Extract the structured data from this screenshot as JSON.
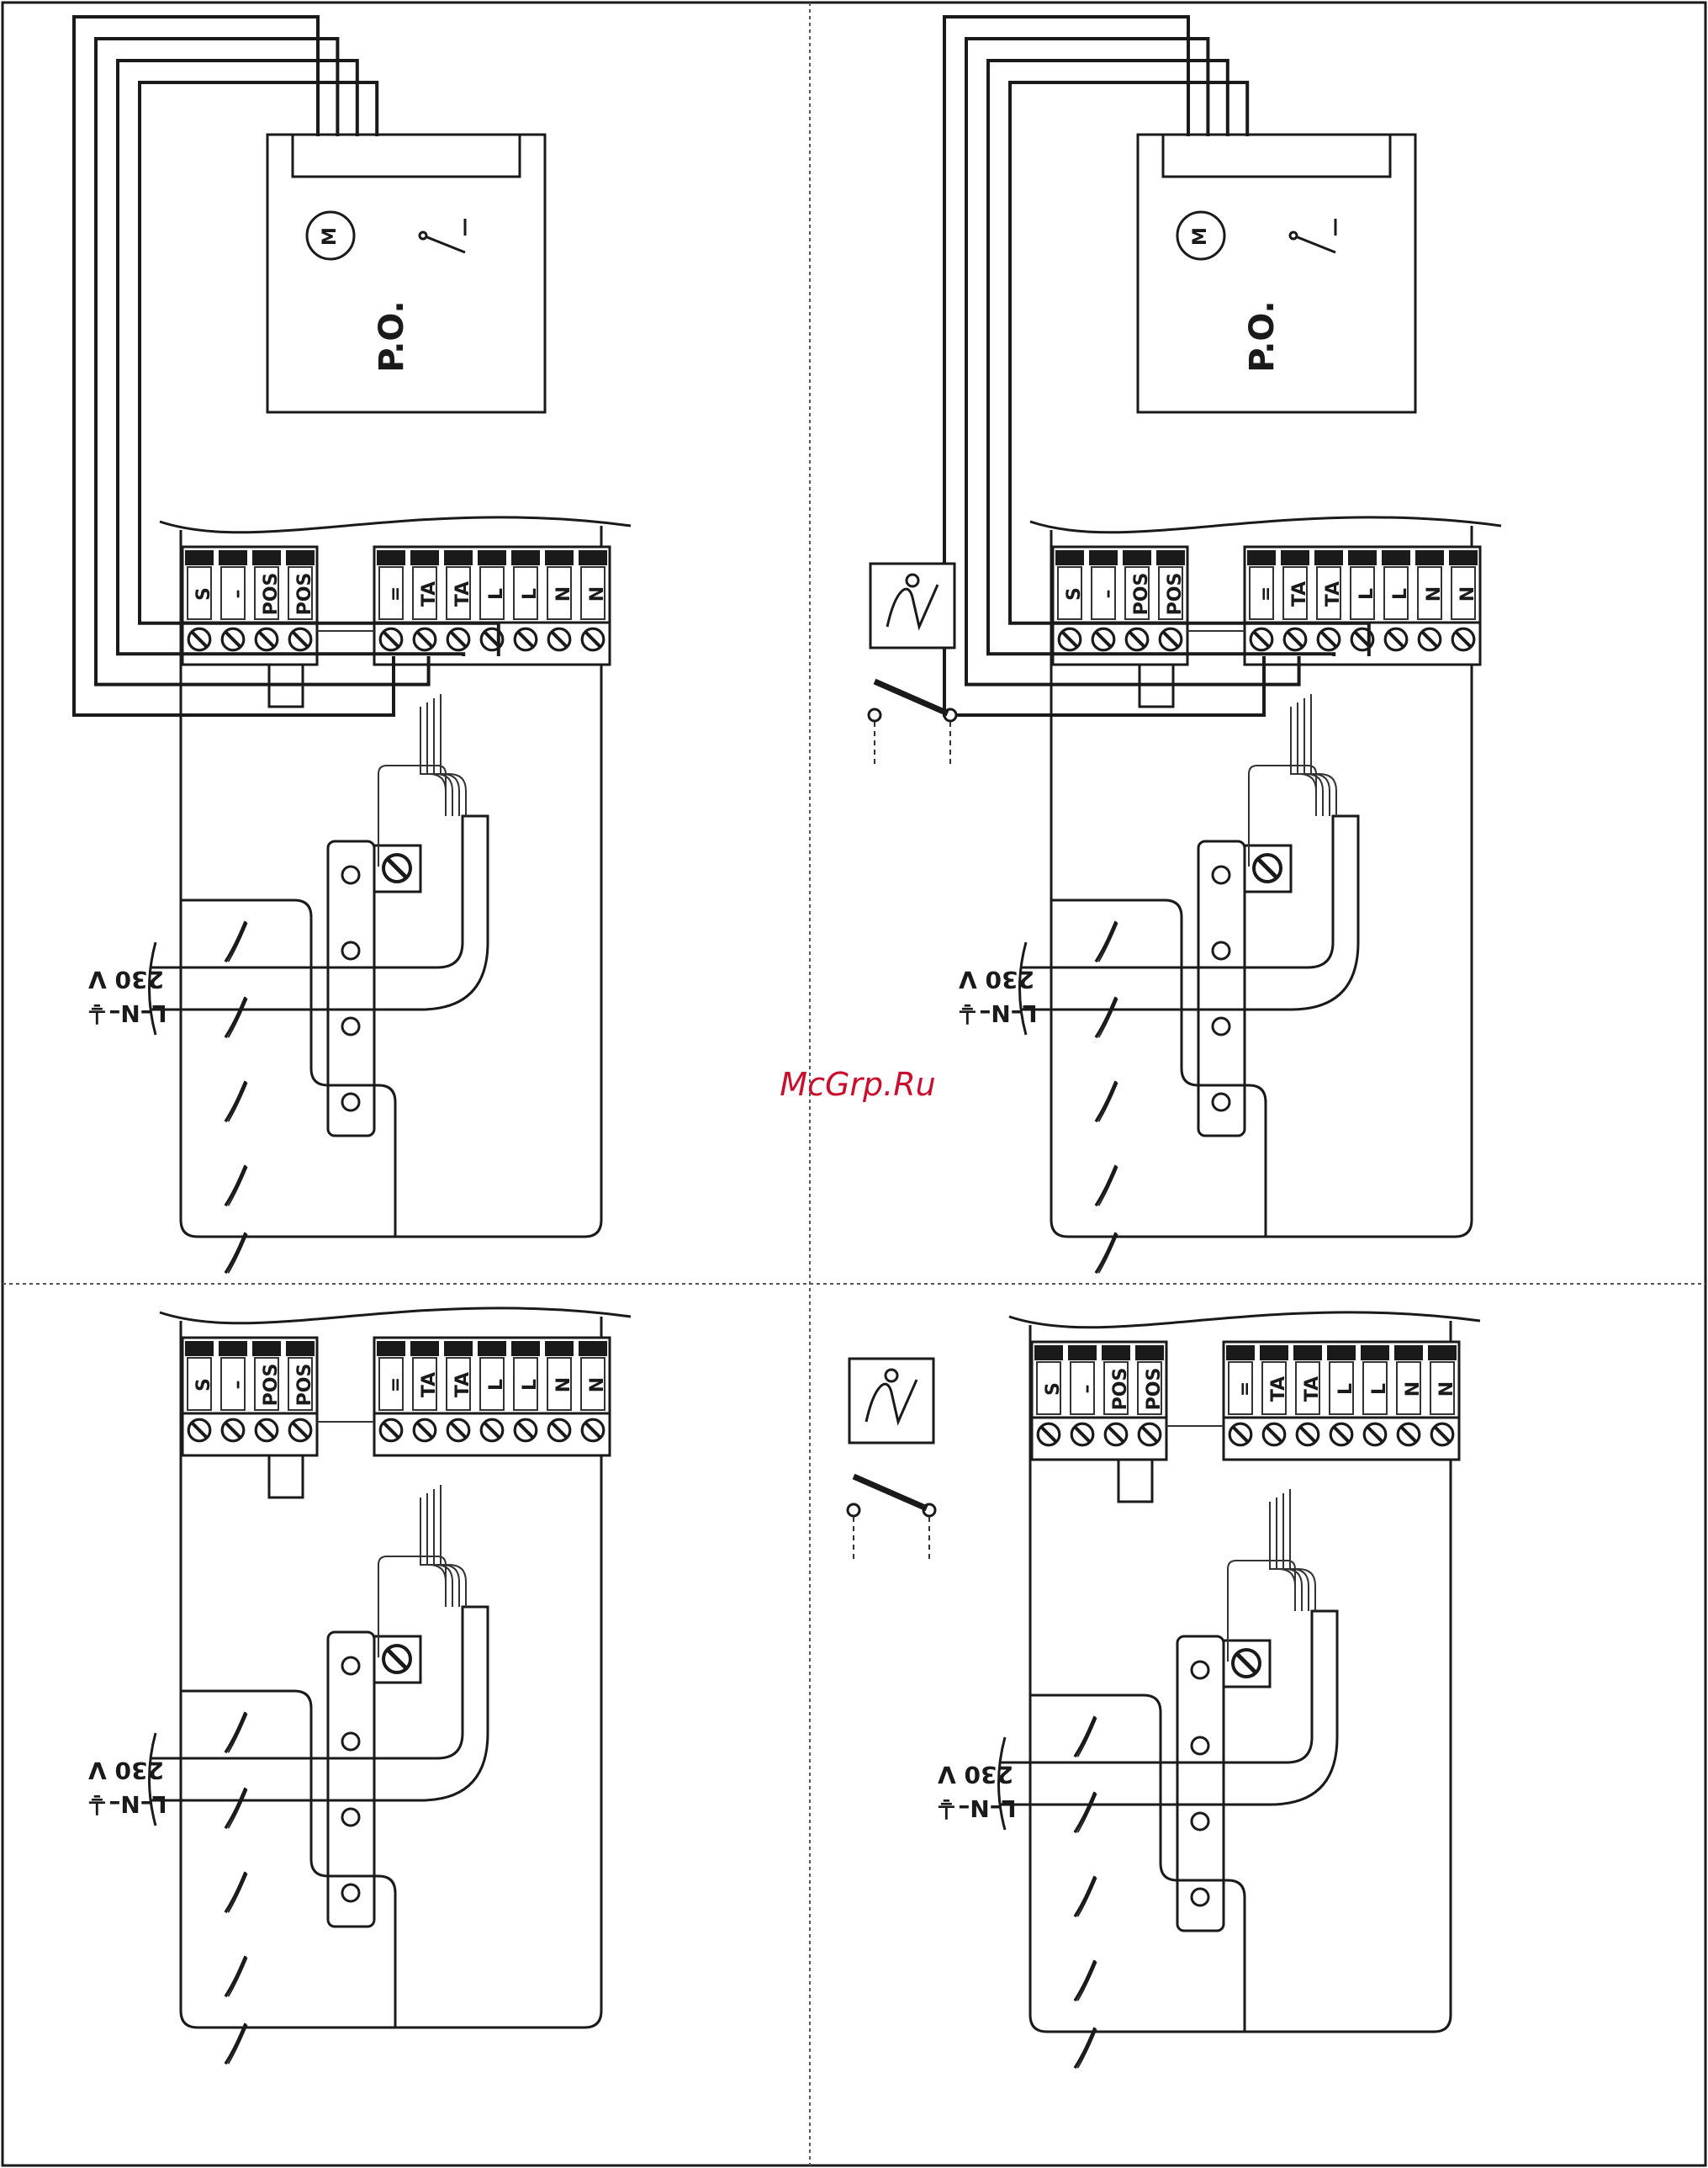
{
  "watermark": "McGrp.Ru",
  "colors": {
    "line": "#1a1a1a",
    "watermark": "#c8102e",
    "background": "#ffffff"
  },
  "panels": [
    {
      "name": "top-left",
      "has_actuator": true,
      "has_thermostat": false
    },
    {
      "name": "top-right",
      "has_actuator": true,
      "has_thermostat": true
    },
    {
      "name": "bottom-left",
      "has_actuator": false,
      "has_thermostat": false
    },
    {
      "name": "bottom-right",
      "has_actuator": false,
      "has_thermostat": true
    }
  ],
  "actuator": {
    "label": "P.O.",
    "motor_symbol": "M"
  },
  "terminals_left": [
    "S",
    "–",
    "POS",
    "POS"
  ],
  "terminals_right": [
    "=",
    "TA",
    "TA",
    "L",
    "L",
    "N",
    "N"
  ],
  "supply": {
    "voltage": "230 V",
    "phases": "L–N–⏚"
  }
}
